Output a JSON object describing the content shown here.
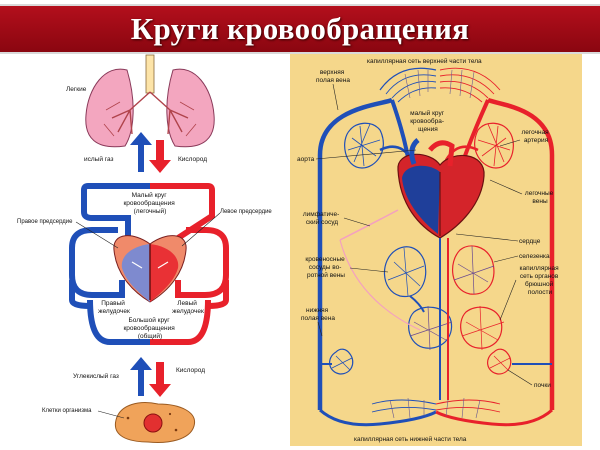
{
  "banner": {
    "title": "Круги кровообращения"
  },
  "colors": {
    "arterial": "#e8212b",
    "venous": "#1f4fb8",
    "banner": "#9f0a16",
    "panel": "#f5d78b",
    "lung": "#f3a6bf",
    "cell": "#f0a35a"
  },
  "left": {
    "lungs": "Легкие",
    "co2_short": "ислый газ",
    "oxygen_top": "Кислород",
    "small_circle": [
      "Малый круг",
      "кровообращения",
      "(легочный)"
    ],
    "right_atrium": "Правое предсердие",
    "left_atrium": "Левое предсердие",
    "right_ventricle": [
      "Правый",
      "желудочек"
    ],
    "left_ventricle": [
      "Левый",
      "желудочек"
    ],
    "big_circle": [
      "Большой круг",
      "кровообращения",
      "(общий)"
    ],
    "co2": "Углекислый газ",
    "oxygen_bottom": "Кислород",
    "cells": "Клетки организма"
  },
  "right": {
    "top": "капиллярная сеть верхней части тела",
    "svc": [
      "верхняя",
      "полая вена"
    ],
    "small_circle": [
      "малый круг",
      "кровообра-",
      "щения"
    ],
    "pulm_artery": [
      "легочная",
      "артерия"
    ],
    "aorta": "аорта",
    "pulm_veins": [
      "легочные",
      "вены"
    ],
    "lymph": [
      "лимфатиче-",
      "ский сосуд"
    ],
    "heart": "сердце",
    "spleen": "селезенка",
    "portal": [
      "кровеносные",
      "сосуды во-",
      "ротной вены"
    ],
    "abdominal": [
      "капиллярная",
      "сеть органов",
      "брюшной",
      "полости"
    ],
    "ivc": [
      "нижняя",
      "полая вена"
    ],
    "kidneys": "почки",
    "bottom": "капиллярная сеть нижней части тела"
  }
}
